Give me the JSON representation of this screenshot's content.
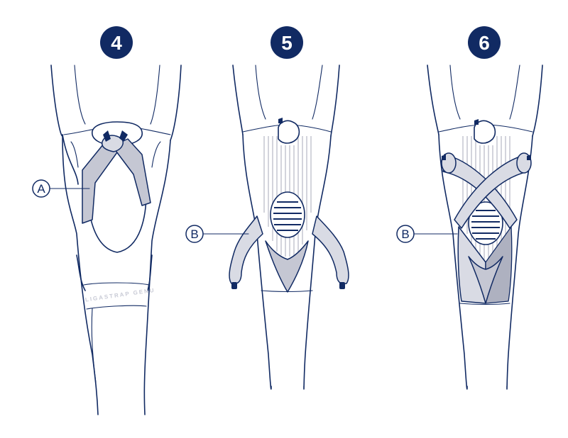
{
  "steps": [
    {
      "number": "4",
      "callout": "A",
      "watermark": "LIGASTRAP GENU"
    },
    {
      "number": "5",
      "callout": "B"
    },
    {
      "number": "6",
      "callout": "B"
    }
  ],
  "colors": {
    "navy": "#112a63",
    "tape": "#c5c7d3",
    "stripe": "#c8cad3",
    "background": "#ffffff"
  }
}
